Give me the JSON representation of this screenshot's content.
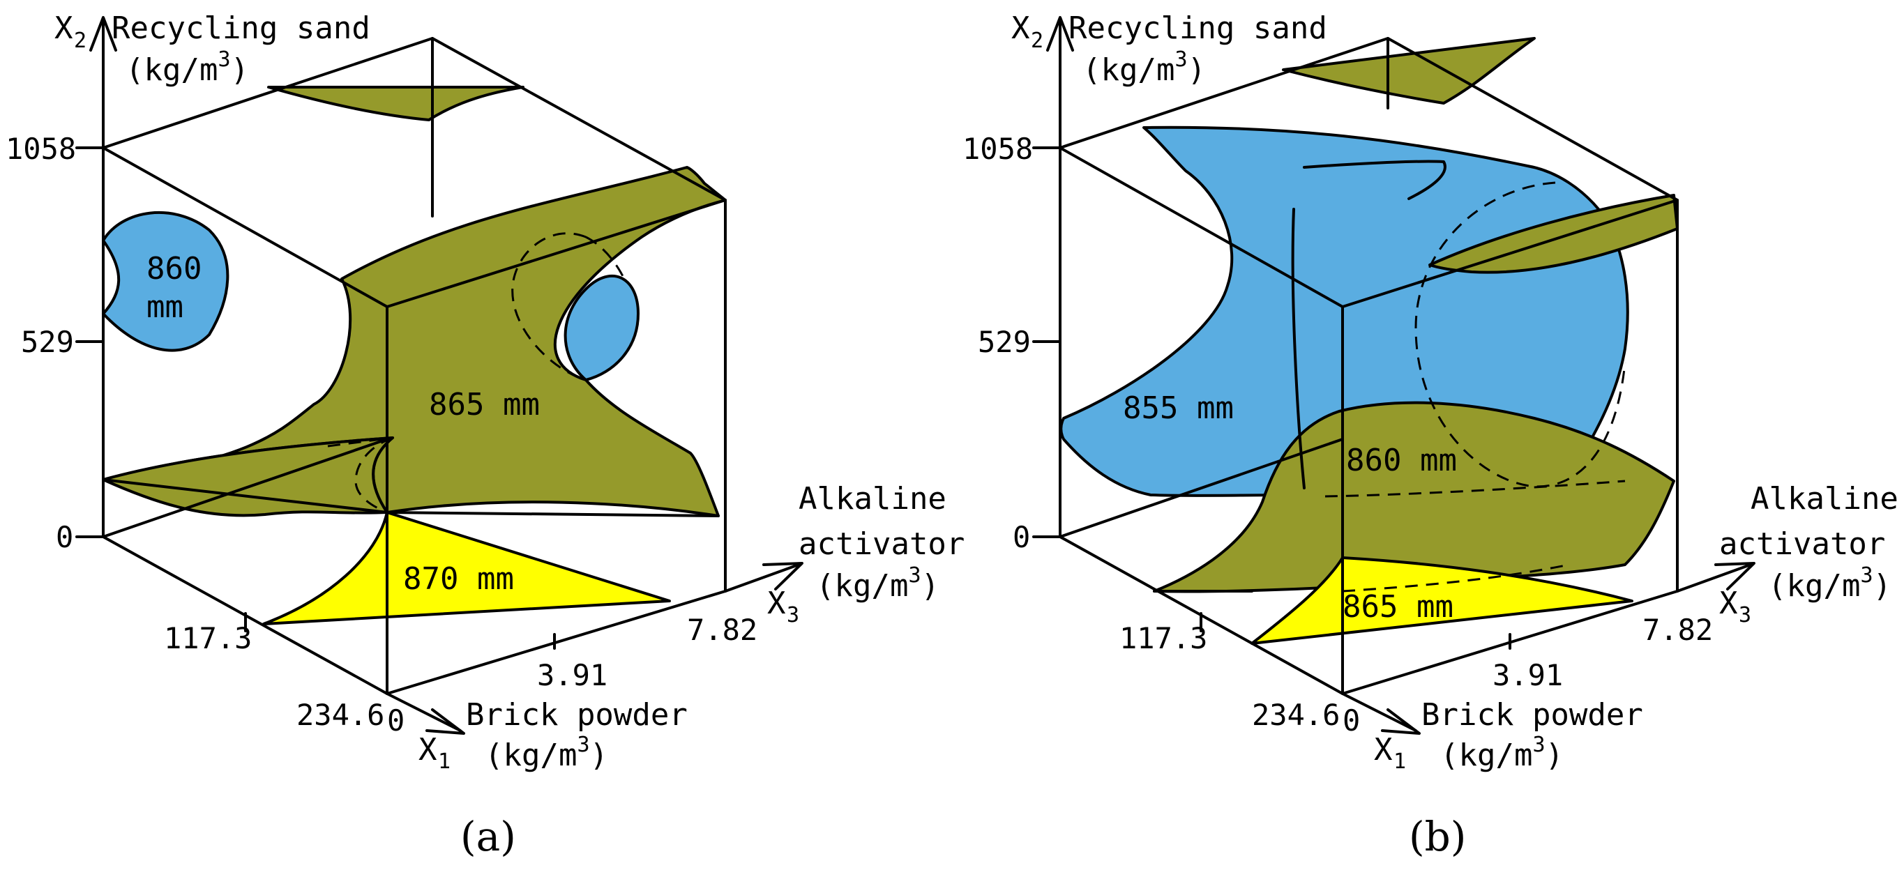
{
  "colors": {
    "olive": "#959a2b",
    "blue": "#5aade1",
    "yellow": "#ffff00"
  },
  "panels": [
    {
      "id": "a",
      "caption": "(a)",
      "x2_label": {
        "letter": "X",
        "sub": "2",
        "name": "Recycling sand",
        "unit": "(kg/m",
        "sup": "3",
        "close": ")"
      },
      "x1_label": {
        "letter": "X",
        "sub": "1",
        "name": "Brick powder",
        "unit": "(kg/m",
        "sup": "3",
        "close": ")"
      },
      "x3_label": {
        "letter": "X",
        "sub": "3",
        "name1": "Alkaline",
        "name2": "activator",
        "unit": "(kg/m",
        "sup": "3",
        "close": ")"
      },
      "x2_ticks": [
        "1058",
        "529",
        "0"
      ],
      "x1_ticks": [
        "117.3",
        "234.6",
        "0"
      ],
      "x3_ticks": [
        "3.91",
        "7.82"
      ],
      "zones": [
        "860",
        "mm",
        "865 mm",
        "870 mm"
      ]
    },
    {
      "id": "b",
      "caption": "(b)",
      "x2_label": {
        "letter": "X",
        "sub": "2",
        "name": "Recycling sand",
        "unit": "(kg/m",
        "sup": "3",
        "close": ")"
      },
      "x1_label": {
        "letter": "X",
        "sub": "1",
        "name": "Brick powder",
        "unit": "(kg/m",
        "sup": "3",
        "close": ")"
      },
      "x3_label": {
        "letter": "X",
        "sub": "3",
        "name1": "Alkaline",
        "name2": "activator",
        "unit": "(kg/m",
        "sup": "3",
        "close": ")"
      },
      "x2_ticks": [
        "1058",
        "529",
        "0"
      ],
      "x1_ticks": [
        "117.3",
        "234.6",
        "0"
      ],
      "x3_ticks": [
        "3.91",
        "7.82"
      ],
      "zones": [
        "855 mm",
        "860 mm",
        "865 mm"
      ]
    }
  ]
}
